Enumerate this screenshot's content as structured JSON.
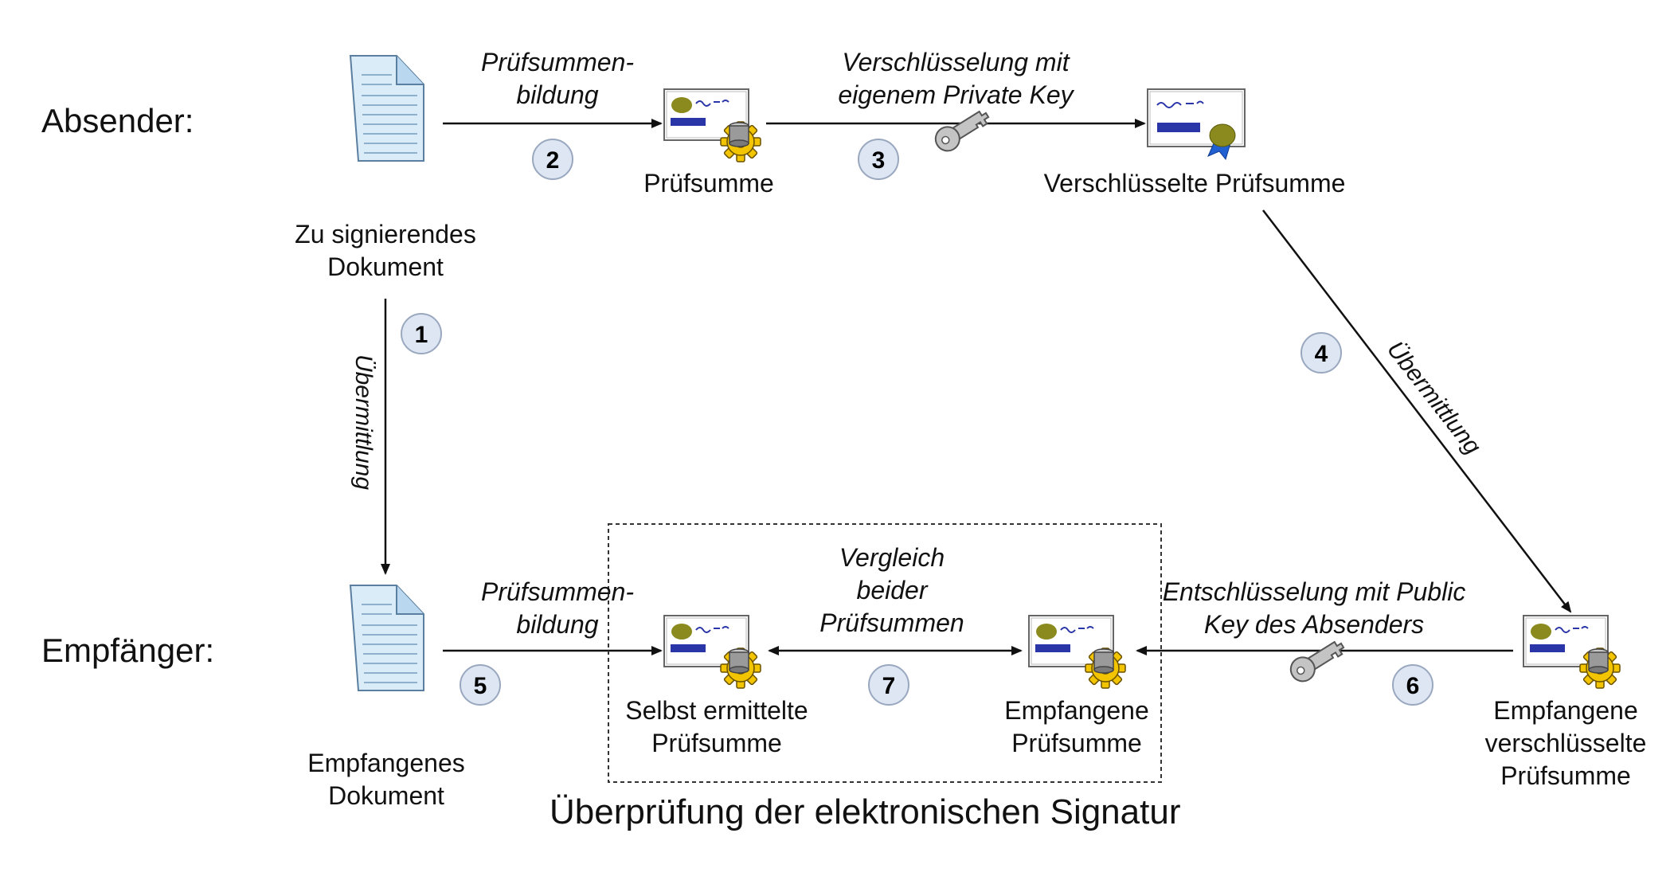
{
  "rows": {
    "sender": "Absender:",
    "receiver": "Empfänger:"
  },
  "steps": [
    "1",
    "2",
    "3",
    "4",
    "5",
    "6",
    "7"
  ],
  "labels": {
    "doc_to_sign": [
      "Zu signierendes",
      "Dokument"
    ],
    "checksum": "Prüfsumme",
    "encrypted_checksum": "Verschlüsselte Prüfsumme",
    "received_doc": [
      "Empfangenes",
      "Dokument"
    ],
    "self_checksum": [
      "Selbst ermittelte",
      "Prüfsumme"
    ],
    "received_checksum": [
      "Empfangene",
      "Prüfsumme"
    ],
    "received_encrypted": [
      "Empfangene",
      "verschlüsselte",
      "Prüfsumme"
    ]
  },
  "edges": {
    "hash_top": [
      "Prüfsummen-",
      "bildung"
    ],
    "encrypt": [
      "Verschlüsselung mit",
      "eigenem Private Key"
    ],
    "transmit": "Übermittlung",
    "hash_bottom": [
      "Prüfsummen-",
      "bildung"
    ],
    "compare": [
      "Vergleich",
      "beider",
      "Prüfsummen"
    ],
    "decrypt": [
      "Entschlüsselung mit Public",
      "Key des Absenders"
    ]
  },
  "caption": "Überprüfung der elektronischen Signatur",
  "colors": {
    "doc_fill": "#d9ecf8",
    "doc_stroke": "#5b7fa0",
    "badge_fill": "#dde6f2",
    "accent_blue": "#2a35a8",
    "olive": "#8a8a1e",
    "gear": "#f3c400"
  },
  "icons": [
    "document-icon",
    "certificate-icon",
    "gear-icon",
    "key-icon",
    "seal-icon"
  ]
}
